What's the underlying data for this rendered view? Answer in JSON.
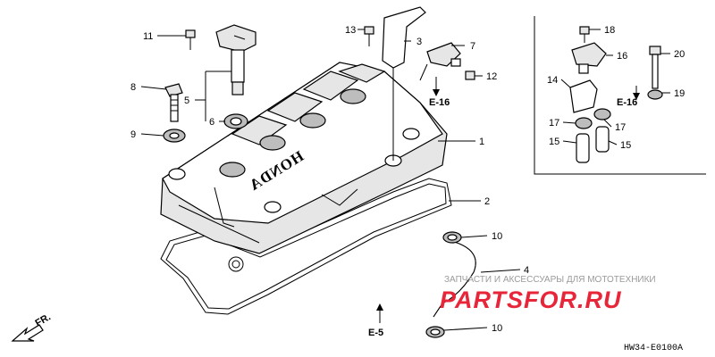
{
  "callouts": {
    "c1": "1",
    "c2": "2",
    "c3": "3",
    "c4": "4",
    "c5": "5",
    "c6": "6",
    "c7": "7",
    "c8": "8",
    "c9": "9",
    "c10a": "10",
    "c10b": "10",
    "c11": "11",
    "c12": "12",
    "c13": "13",
    "c14": "14",
    "c15a": "15",
    "c15b": "15",
    "c16": "16",
    "c17a": "17",
    "c17b": "17",
    "c18": "18",
    "c19": "19",
    "c20": "20"
  },
  "references": {
    "e16_main": "E-16",
    "e16_inset": "E-16",
    "e5": "E-5"
  },
  "cover_brand": "HONDA",
  "direction_label": "FR.",
  "watermark": {
    "tagline": "ЗАПЧАСТИ И АКСЕССУАРЫ ДЛЯ МОТОТЕХНИКИ",
    "logo": "PARTSFOR.RU"
  },
  "diagram_code": "HW34-E0100A",
  "colors": {
    "watermark_red": "#e8263a",
    "watermark_gray": "#9a9a9a",
    "line": "#000000"
  }
}
